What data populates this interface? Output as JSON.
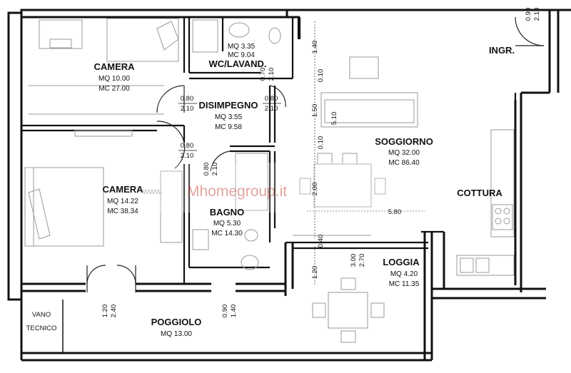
{
  "rooms": {
    "camera1": {
      "name": "CAMERA",
      "mq": "MQ 10.00",
      "mc": "MC 27.00"
    },
    "camera2": {
      "name": "CAMERA",
      "mq": "MQ 14.22",
      "mc": "MC 38.34"
    },
    "wc": {
      "name": "WC/LAVAND.",
      "mq": "MQ 3.35",
      "mc": "MC 9.04"
    },
    "disimpegno": {
      "name": "DISIMPEGNO",
      "mq": "MQ 3.55",
      "mc": "MC 9.58"
    },
    "bagno": {
      "name": "BAGNO",
      "mq": "MQ 5.30",
      "mc": "MC 14.30"
    },
    "soggiorno": {
      "name": "SOGGIORNO",
      "mq": "MQ 32.00",
      "mc": "MC 86.40"
    },
    "cottura": {
      "name": "COTTURA"
    },
    "loggia": {
      "name": "LOGGIA",
      "mq": "MQ 4.20",
      "mc": "MC 11.35"
    },
    "poggiolo": {
      "name": "POGGIOLO",
      "mq": "MQ 13.00"
    },
    "vano": {
      "line1": "VANO",
      "line2": "TECNICO"
    },
    "ingresso": {
      "name": "INGR."
    }
  },
  "dims": {
    "d_top_090": "0.90",
    "d_top_210": "2.10",
    "d_140": "1.40",
    "d_070": "0.70",
    "d_210_wc": "2.10",
    "d_010a": "0.10",
    "d_080a": "0.80",
    "d_210a": "2.10",
    "d_080b": "0.80",
    "d_210b": "2.10",
    "d_150": "1.50",
    "d_510": "5.10",
    "d_010b": "0.10",
    "d_080c": "0.80",
    "d_210c": "2.10",
    "d_080d": "0.80",
    "d_210d": "2.10",
    "d_200": "2.00",
    "d_580": "5.80",
    "d_040": "0.40",
    "d_300": "3.00",
    "d_270": "2.70",
    "d_120a": "1.20",
    "d_120b": "1.20",
    "d_240": "2.40",
    "d_090b": "0.90",
    "d_140b": "1.40"
  },
  "watermark": {
    "brand": "Mhomegroup.it",
    "prefix": "www."
  }
}
